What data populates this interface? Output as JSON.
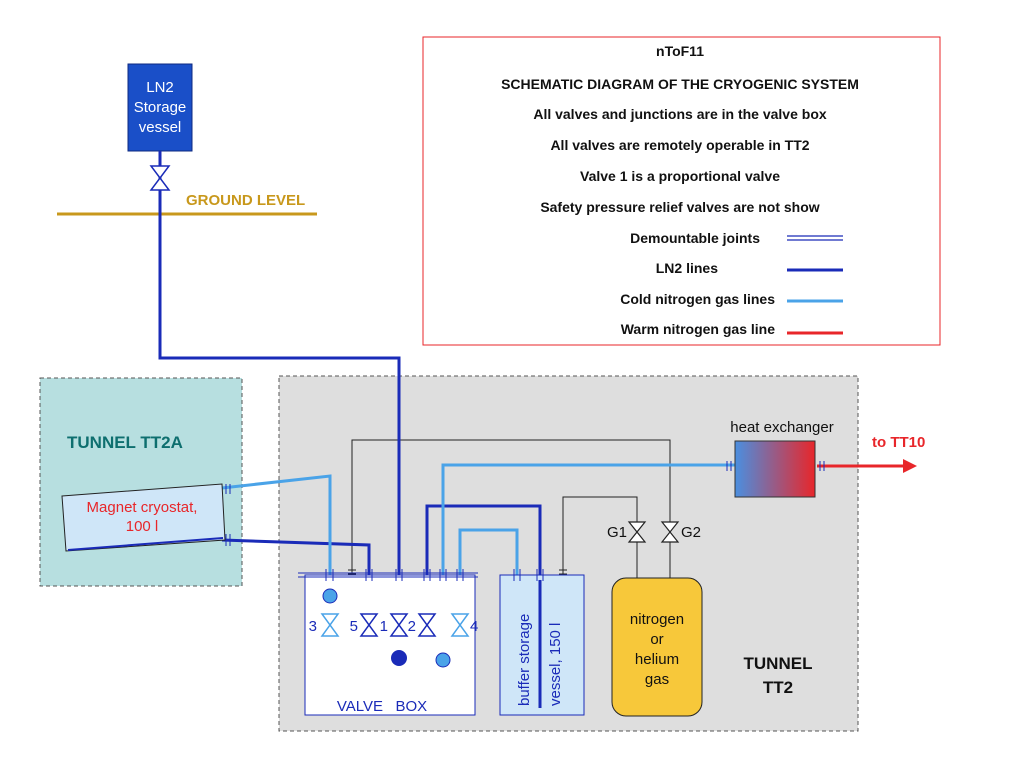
{
  "legend": {
    "lines": [
      "nToF11",
      "SCHEMATIC DIAGRAM OF THE CRYOGENIC SYSTEM",
      "All valves and junctions are in the valve box",
      "All valves are remotely operable in TT2",
      "Valve 1 is a proportional valve",
      "Safety pressure relief valves are not show"
    ],
    "keys": [
      {
        "label": "Demountable joints",
        "color": "#1a2bb8"
      },
      {
        "label": "LN2 lines",
        "color": "#1a2bb8"
      },
      {
        "label": "Cold nitrogen gas lines",
        "color": "#4aa3e8"
      },
      {
        "label": "Warm nitrogen gas line",
        "color": "#e8262a"
      }
    ]
  },
  "storage": {
    "line1": "LN2",
    "line2": "Storage",
    "line3": "vessel"
  },
  "ground_level": "GROUND LEVEL",
  "tt2a": {
    "title": "TUNNEL TT2A"
  },
  "magnet": {
    "line1": "Magnet cryostat,",
    "line2": "100 l"
  },
  "heat_exchanger": "heat exchanger",
  "to_tt10": "to TT10",
  "valve_box": {
    "label": "VALVE   BOX"
  },
  "valves": [
    "3",
    "5",
    "1",
    "2",
    "4"
  ],
  "buffer": {
    "line1": "buffer storage",
    "line2": "vessel, 150 l"
  },
  "gas_valves": [
    "G1",
    "G2"
  ],
  "gas_bottle": {
    "line1": "nitrogen",
    "line2": "or",
    "line3": "helium",
    "line4": "gas"
  },
  "tt2": {
    "line1": "TUNNEL",
    "line2": "TT2"
  },
  "colors": {
    "ln2": "#1a2bb8",
    "cold": "#4aa3e8",
    "warm": "#e8262a",
    "ground": "#c8981c",
    "tt2a_bg": "#b7dfe0",
    "tt2_bg": "#dedede",
    "gas_bottle": "#f7c83a",
    "tunnel_title": "#0e6f6f"
  }
}
